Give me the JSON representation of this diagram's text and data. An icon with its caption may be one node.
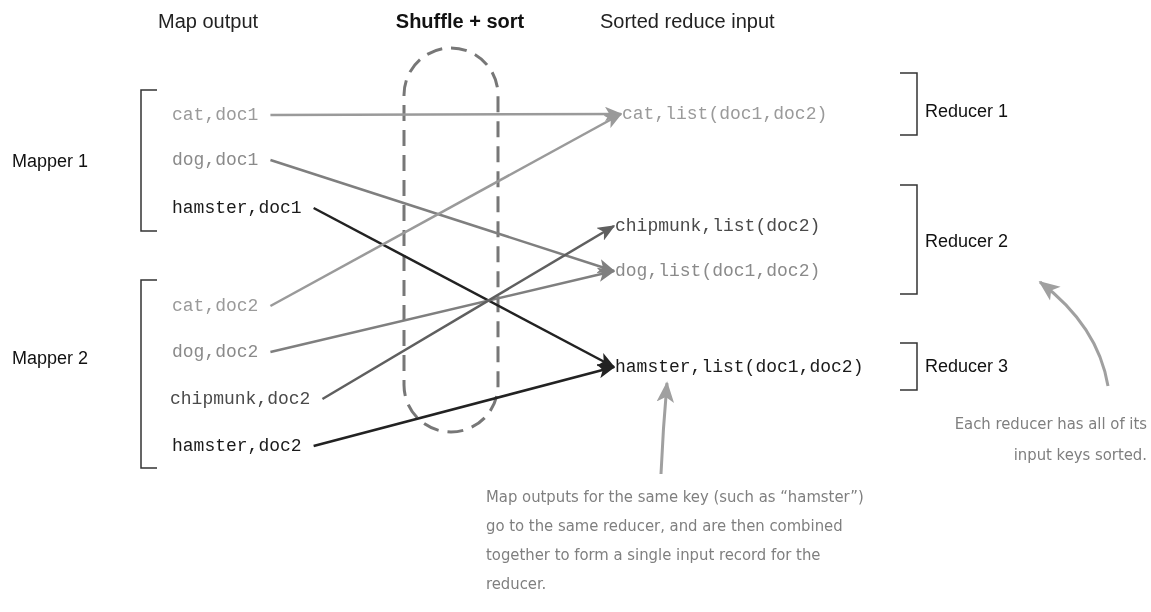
{
  "diagram": {
    "nodes": [
      {
        "text": [
          "cat,doc1"
        ]
      },
      {
        "text": [
          "dog,doc1"
        ]
      },
      {
        "text": [
          "hamster,doc1"
        ]
      },
      {
        "text": [
          "cat,doc2"
        ]
      },
      {
        "text": [
          "dog,doc2"
        ]
      },
      {
        "text": [
          "chipmunk,doc2"
        ]
      },
      {
        "text": [
          "hamster,doc2"
        ]
      },
      {
        "text": [
          "cat,list(doc1,doc2)"
        ]
      },
      {
        "text": [
          "chipmunk,list(doc2)"
        ]
      },
      {
        "text": [
          "dog,list(doc1,doc2)"
        ]
      },
      {
        "text": [
          "hamster,list(doc1,doc2)"
        ]
      },
      {
        "text": [
          "Map outputs for the same key (such as “hamster”) go to the same reducer, and are then combined together to form a single input record for the reducer."
        ]
      },
      {
        "text": [
          "Each reducer has all of its input keys sorted."
        ]
      }
    ],
    "edges": [
      {
        "from": 0,
        "to": 7,
        "arrow": "to",
        "color": "#9a9a9a"
      },
      {
        "from": 1,
        "to": 9,
        "arrow": "to",
        "color": "#7f7f7f"
      },
      {
        "from": 2,
        "to": 10,
        "arrow": "to",
        "color": "#222222"
      },
      {
        "from": 3,
        "to": 7,
        "arrow": "to",
        "color": "#9a9a9a"
      },
      {
        "from": 4,
        "to": 9,
        "arrow": "to",
        "color": "#7f7f7f"
      },
      {
        "from": 5,
        "to": 8,
        "arrow": "to",
        "color": "#5f5f5f"
      },
      {
        "from": 6,
        "to": 10,
        "arrow": "to",
        "color": "#222222"
      },
      {
        "from": 11,
        "to": 10,
        "arrow": "to",
        "color": "#a0a0a0"
      },
      {
        "from": 12,
        "to": null,
        "arrow": "to",
        "color": "#a0a0a0"
      }
    ],
    "labels": [
      "Map output",
      "Shuffle + sort",
      "Sorted reduce input",
      "Mapper 1",
      "Reducer 1",
      "Reducer 2",
      "Mapper 2",
      "Reducer 3"
    ]
  }
}
